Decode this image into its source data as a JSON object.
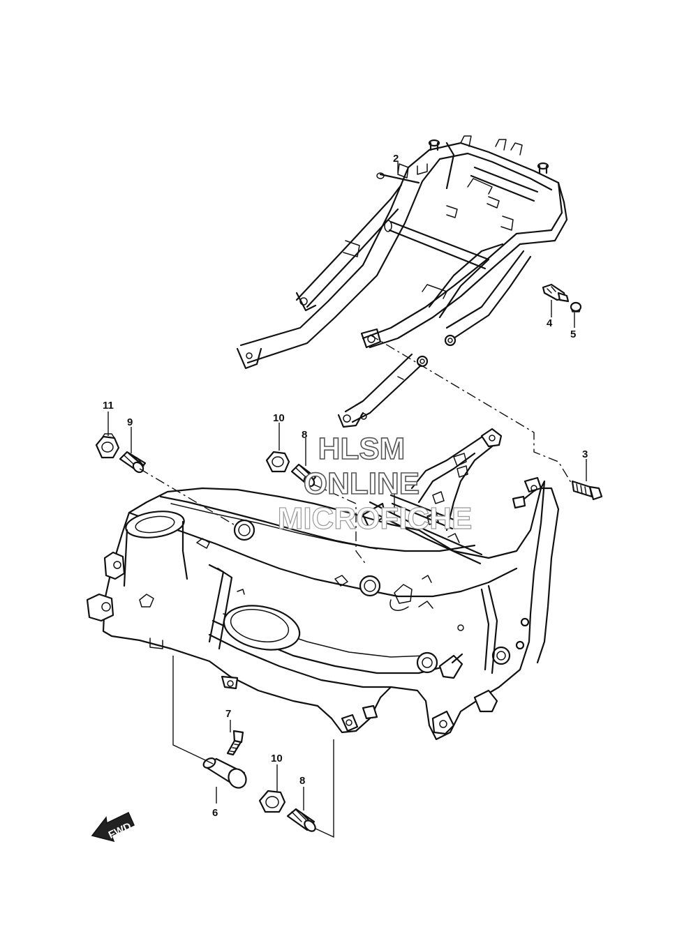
{
  "callouts": {
    "c2": "2",
    "c3": "3",
    "c4": "4",
    "c5": "5",
    "c6": "6",
    "c7": "7",
    "c8a": "8",
    "c8b": "8",
    "c9": "9",
    "c10a": "10",
    "c10b": "10",
    "c11": "11"
  },
  "watermark": {
    "line1": "HLSM",
    "line2": "ONLINE",
    "line3": "MICROFICHE"
  },
  "forward_arrow": {
    "label": "FWD"
  }
}
